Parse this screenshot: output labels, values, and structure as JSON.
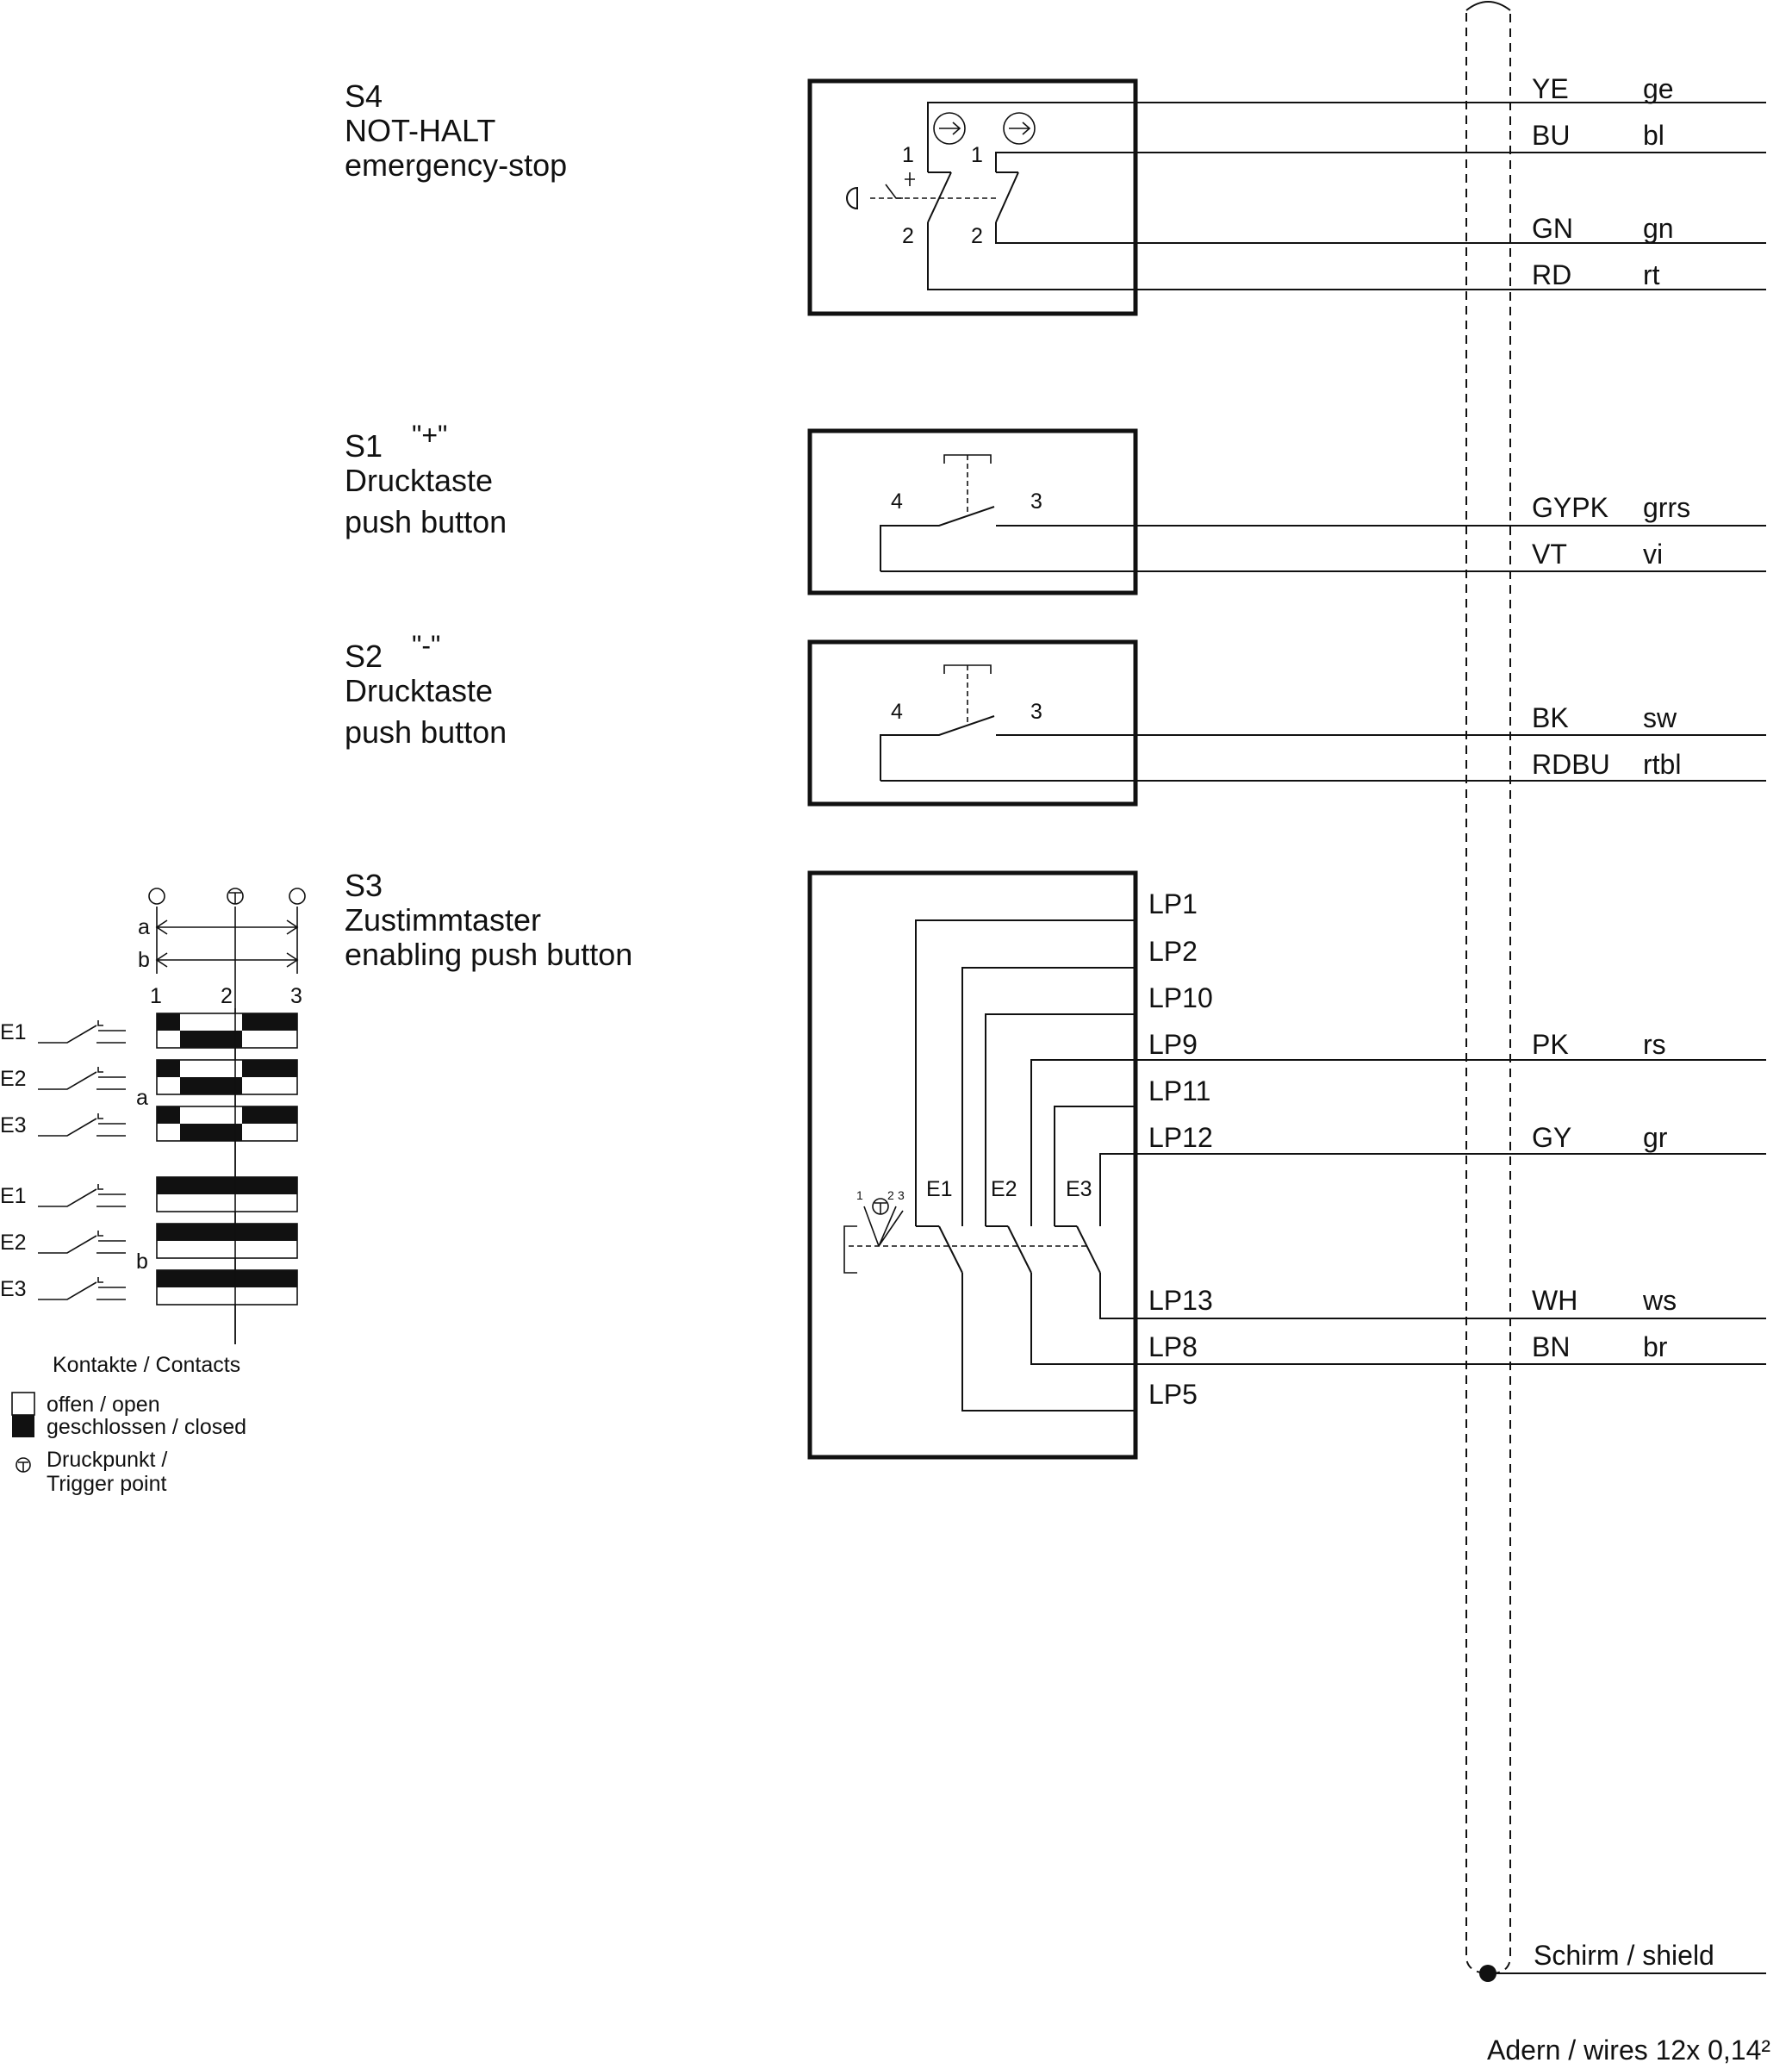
{
  "s4": {
    "id": "S4",
    "name": "NOT-HALT",
    "desc": "emergency-stop",
    "pin1": "1",
    "pin2": "2"
  },
  "s1": {
    "id": "S1",
    "mark": "\"+\"",
    "name": "Drucktaste",
    "desc": "push button",
    "pin4": "4",
    "pin3": "3"
  },
  "s2": {
    "id": "S2",
    "mark": "\"-\"",
    "name": "Drucktaste",
    "desc": "push button",
    "pin4": "4",
    "pin3": "3"
  },
  "s3": {
    "id": "S3",
    "name": "Zustimmtaster",
    "desc": "enabling push button",
    "e1": "E1",
    "e2": "E2",
    "e3": "E3",
    "sw1": "1",
    "sw2": "2",
    "sw3": "3"
  },
  "lp": [
    "LP1",
    "LP2",
    "LP10",
    "LP9",
    "LP11",
    "LP12",
    "LP13",
    "LP8",
    "LP5"
  ],
  "wires": [
    {
      "code": "YE",
      "de": "ge"
    },
    {
      "code": "BU",
      "de": "bl"
    },
    {
      "code": "GN",
      "de": "gn"
    },
    {
      "code": "RD",
      "de": "rt"
    },
    {
      "code": "GYPK",
      "de": "grrs"
    },
    {
      "code": "VT",
      "de": "vi"
    },
    {
      "code": "BK",
      "de": "sw"
    },
    {
      "code": "RDBU",
      "de": "rtbl"
    },
    {
      "code": "PK",
      "de": "rs"
    },
    {
      "code": "GY",
      "de": "gr"
    },
    {
      "code": "WH",
      "de": "ws"
    },
    {
      "code": "BN",
      "de": "br"
    }
  ],
  "shield": "Schirm / shield",
  "cable": "Adern / wires 12x 0,14²",
  "legend": {
    "pos_a": "a",
    "pos_b": "b",
    "p1": "1",
    "p2": "2",
    "p3": "3",
    "e1": "E1",
    "e2": "E2",
    "e3": "E3",
    "contacts": "Kontakte / Contacts",
    "open": "offen / open",
    "closed": "geschlossen / closed",
    "trigger1": "Druckpunkt /",
    "trigger2": "Trigger point"
  }
}
